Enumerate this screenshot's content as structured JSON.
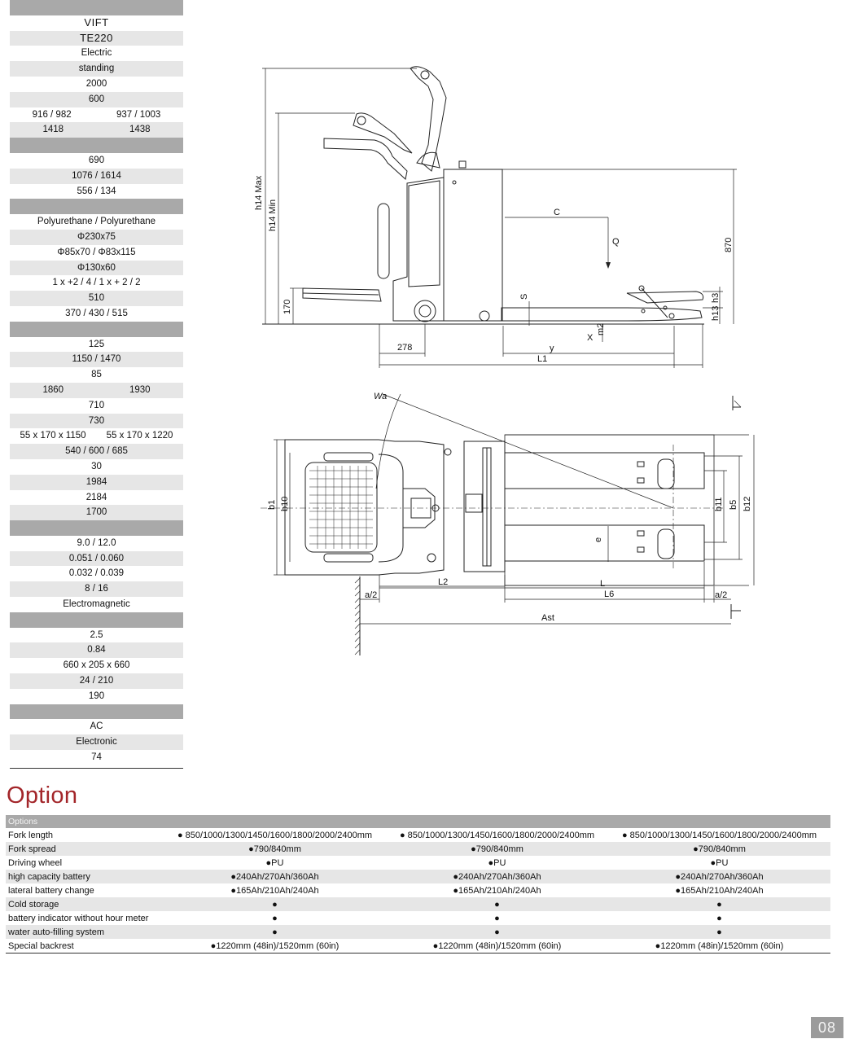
{
  "spec_rows": [
    {
      "style": "section",
      "text": ""
    },
    {
      "style": "plain big",
      "text": "VIFT"
    },
    {
      "style": "alt big",
      "text": "TE220"
    },
    {
      "style": "plain",
      "text": "Electric"
    },
    {
      "style": "alt",
      "text": "standing"
    },
    {
      "style": "plain",
      "text": "2000"
    },
    {
      "style": "alt",
      "text": "600"
    },
    {
      "style": "plain split",
      "left": "916  / 982",
      "right": "937  / 1003"
    },
    {
      "style": "alt split",
      "left": "1418",
      "right": "1438"
    },
    {
      "style": "section",
      "text": ""
    },
    {
      "style": "plain",
      "text": "690"
    },
    {
      "style": "alt",
      "text": "1076  / 1614"
    },
    {
      "style": "plain",
      "text": "556  /  134"
    },
    {
      "style": "section",
      "text": ""
    },
    {
      "style": "plain",
      "text": "Polyurethane / Polyurethane"
    },
    {
      "style": "alt",
      "text": "Φ230x75"
    },
    {
      "style": "plain",
      "text": "Φ85x70  / Φ83x115"
    },
    {
      "style": "alt",
      "text": "Φ130x60"
    },
    {
      "style": "plain",
      "text": "1 x  +2 / 4   /  1 x + 2 / 2"
    },
    {
      "style": "alt",
      "text": "510"
    },
    {
      "style": "plain",
      "text": "370 /  430  /  515"
    },
    {
      "style": "section",
      "text": ""
    },
    {
      "style": "plain",
      "text": "125"
    },
    {
      "style": "alt",
      "text": "1150  / 1470"
    },
    {
      "style": "plain",
      "text": "85"
    },
    {
      "style": "alt split",
      "left": "1860",
      "right": "1930"
    },
    {
      "style": "plain",
      "text": "710"
    },
    {
      "style": "alt",
      "text": "730"
    },
    {
      "style": "plain split",
      "left": "55 x 170 x 1150",
      "right": "55 x 170 x 1220"
    },
    {
      "style": "alt",
      "text": "540 / 600 / 685"
    },
    {
      "style": "plain",
      "text": "30"
    },
    {
      "style": "alt",
      "text": "1984"
    },
    {
      "style": "plain",
      "text": "2184"
    },
    {
      "style": "alt",
      "text": "1700"
    },
    {
      "style": "section",
      "text": ""
    },
    {
      "style": "plain",
      "text": "9.0  /  12.0"
    },
    {
      "style": "alt",
      "text": "0.051  /  0.060"
    },
    {
      "style": "plain",
      "text": "0.032  /  0.039"
    },
    {
      "style": "alt",
      "text": "8  / 16"
    },
    {
      "style": "plain",
      "text": "Electromagnetic"
    },
    {
      "style": "section",
      "text": ""
    },
    {
      "style": "plain",
      "text": "2.5"
    },
    {
      "style": "alt",
      "text": "0.84"
    },
    {
      "style": "plain",
      "text": "660 x 205 x 660"
    },
    {
      "style": "alt",
      "text": "24  / 210"
    },
    {
      "style": "plain",
      "text": "190"
    },
    {
      "style": "section",
      "text": ""
    },
    {
      "style": "plain",
      "text": "AC"
    },
    {
      "style": "alt",
      "text": "Electronic"
    },
    {
      "style": "plain",
      "text": "74"
    }
  ],
  "drawing_labels": {
    "h14_max": "h14 Max",
    "h14_min": "h14 Min",
    "c": "C",
    "q": "Q",
    "dim_870": "870",
    "dim_170": "170",
    "s": "S",
    "h3": "h3",
    "h13": "h13",
    "m2": "m2",
    "x": "X",
    "dim_278": "278",
    "y": "y",
    "l1": "L1",
    "wa": "Wa",
    "b1": "b1",
    "b10": "b10",
    "b11": "b11",
    "b5": "b5",
    "b12": "b12",
    "e": "e",
    "a2_left": "a/2",
    "a2_right": "a/2",
    "l2": "L2",
    "l": "L",
    "l6": "L6",
    "ast": "Ast"
  },
  "option": {
    "heading": "Option",
    "header_label": "Options",
    "rows": [
      {
        "label": "Fork length",
        "v1": "● 850/1000/1300/1450/1600/1800/2000/2400mm",
        "v2": "● 850/1000/1300/1450/1600/1800/2000/2400mm",
        "v3": "● 850/1000/1300/1450/1600/1800/2000/2400mm"
      },
      {
        "label": "Fork spread",
        "v1": "●790/840mm",
        "v2": "●790/840mm",
        "v3": "●790/840mm"
      },
      {
        "label": "Driving wheel",
        "v1": "●PU",
        "v2": "●PU",
        "v3": "●PU"
      },
      {
        "label": "high capacity battery",
        "v1": "●240Ah/270Ah/360Ah",
        "v2": "●240Ah/270Ah/360Ah",
        "v3": "●240Ah/270Ah/360Ah"
      },
      {
        "label": "lateral battery change",
        "v1": "●165Ah/210Ah/240Ah",
        "v2": "●165Ah/210Ah/240Ah",
        "v3": "●165Ah/210Ah/240Ah"
      },
      {
        "label": "Cold storage",
        "v1": "●",
        "v2": "●",
        "v3": "●"
      },
      {
        "label": "battery indicator without hour meter",
        "v1": "●",
        "v2": "●",
        "v3": "●"
      },
      {
        "label": "water auto-filling system",
        "v1": "●",
        "v2": "●",
        "v3": "●"
      },
      {
        "label": "Special backrest",
        "v1": "●1220mm (48in)/1520mm (60in)",
        "v2": "●1220mm (48in)/1520mm (60in)",
        "v3": "●1220mm (48in)/1520mm (60in)"
      }
    ]
  },
  "page_number": "08"
}
